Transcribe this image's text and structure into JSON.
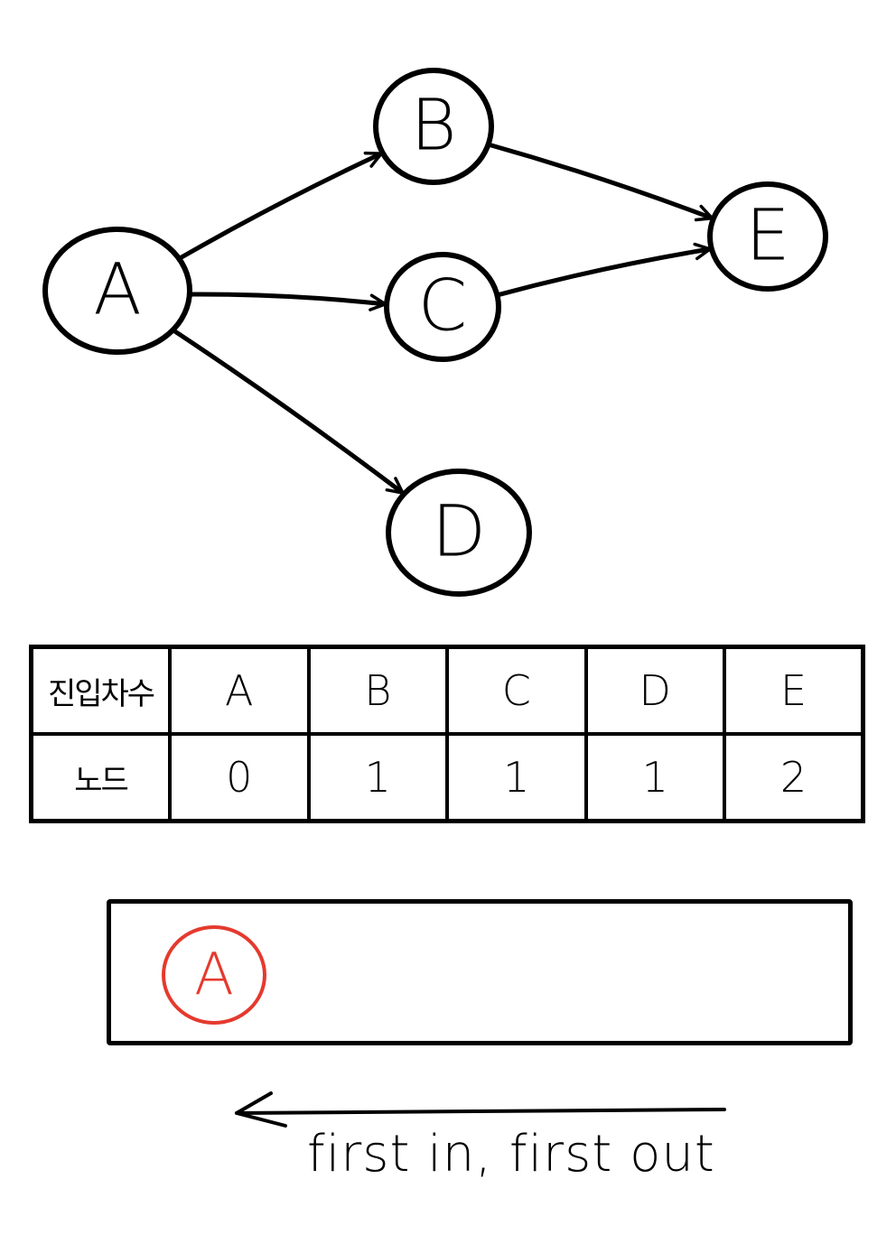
{
  "graph": {
    "nodes": [
      {
        "id": "A",
        "label": "A"
      },
      {
        "id": "B",
        "label": "B"
      },
      {
        "id": "C",
        "label": "C"
      },
      {
        "id": "D",
        "label": "D"
      },
      {
        "id": "E",
        "label": "E"
      }
    ],
    "edges": [
      {
        "from": "A",
        "to": "B"
      },
      {
        "from": "A",
        "to": "C"
      },
      {
        "from": "A",
        "to": "D"
      },
      {
        "from": "B",
        "to": "E"
      },
      {
        "from": "C",
        "to": "E"
      }
    ]
  },
  "table": {
    "header_label": "진입차수",
    "row_label": "노드",
    "columns": [
      "A",
      "B",
      "C",
      "D",
      "E"
    ],
    "values": [
      "0",
      "1",
      "1",
      "1",
      "2"
    ]
  },
  "queue": {
    "items": [
      "A"
    ],
    "item_color": "#e53a2e"
  },
  "caption": "first in, first out"
}
